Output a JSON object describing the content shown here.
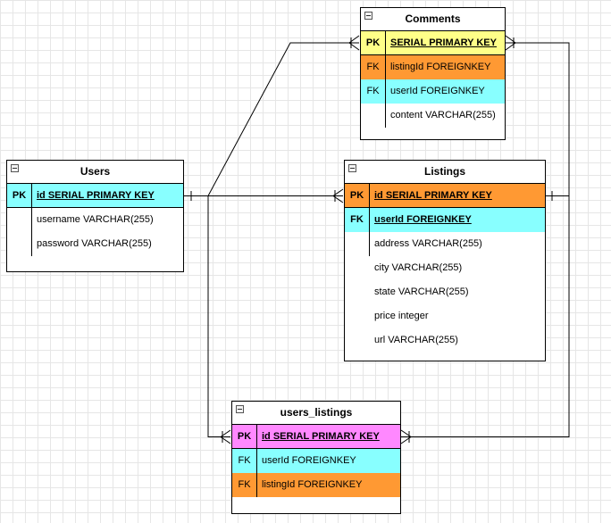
{
  "colors": {
    "cyan": "#88ffff",
    "orange": "#ff9933",
    "yellow": "#ffff88",
    "pink": "#ff88ff"
  },
  "icons": [
    "collapse-icon"
  ],
  "entities": {
    "comments": {
      "title": "Comments",
      "rows": [
        {
          "key": "PK",
          "field": "SERIAL PRIMARY KEY",
          "color": "yellow"
        },
        {
          "key": "FK",
          "field": "listingId FOREIGNKEY",
          "color": "orange"
        },
        {
          "key": "FK",
          "field": "userId FOREIGNKEY",
          "color": "cyan"
        },
        {
          "key": "",
          "field": "content VARCHAR(255)",
          "color": ""
        }
      ]
    },
    "users": {
      "title": "Users",
      "rows": [
        {
          "key": "PK",
          "field": "id SERIAL PRIMARY KEY",
          "color": "cyan"
        },
        {
          "key": "",
          "field": "username VARCHAR(255)",
          "color": ""
        },
        {
          "key": "",
          "field": "password VARCHAR(255)",
          "color": ""
        }
      ]
    },
    "listings": {
      "title": "Listings",
      "rows": [
        {
          "key": "PK",
          "field": "id SERIAL PRIMARY KEY",
          "color": "orange"
        },
        {
          "key": "FK",
          "field": "userId FOREIGNKEY",
          "color": "cyan"
        },
        {
          "key": "",
          "field": "address VARCHAR(255)",
          "color": ""
        },
        {
          "key": "",
          "field": "city VARCHAR(255)",
          "color": ""
        },
        {
          "key": "",
          "field": "state VARCHAR(255)",
          "color": ""
        },
        {
          "key": "",
          "field": "price integer",
          "color": ""
        },
        {
          "key": "",
          "field": "url VARCHAR(255)",
          "color": ""
        }
      ]
    },
    "users_listings": {
      "title": "users_listings",
      "rows": [
        {
          "key": "PK",
          "field": "id SERIAL PRIMARY KEY",
          "color": "pink"
        },
        {
          "key": "FK",
          "field": "userId FOREIGNKEY",
          "color": "cyan"
        },
        {
          "key": "FK",
          "field": "listingId FOREIGNKEY",
          "color": "orange"
        }
      ]
    }
  }
}
